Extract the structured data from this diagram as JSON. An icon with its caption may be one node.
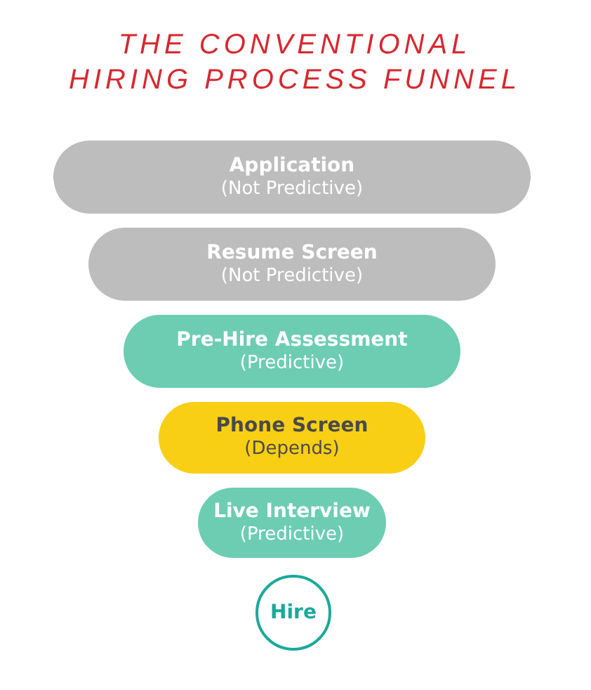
{
  "diagram": {
    "title": "THE CONVENTIONAL HIRING PROCESS FUNNEL",
    "nodes": [
      {
        "text": [
          "Application",
          "(Not Predictive)"
        ]
      },
      {
        "text": [
          "Resume Screen",
          "(Not Predictive)"
        ]
      },
      {
        "text": [
          "Pre-Hire Assessment",
          "(Predictive)"
        ]
      },
      {
        "text": [
          "Phone Screen",
          "(Depends)"
        ]
      },
      {
        "text": [
          "Live Interview",
          "(Predictive)"
        ]
      },
      {
        "text": [
          "Hire"
        ]
      }
    ]
  }
}
